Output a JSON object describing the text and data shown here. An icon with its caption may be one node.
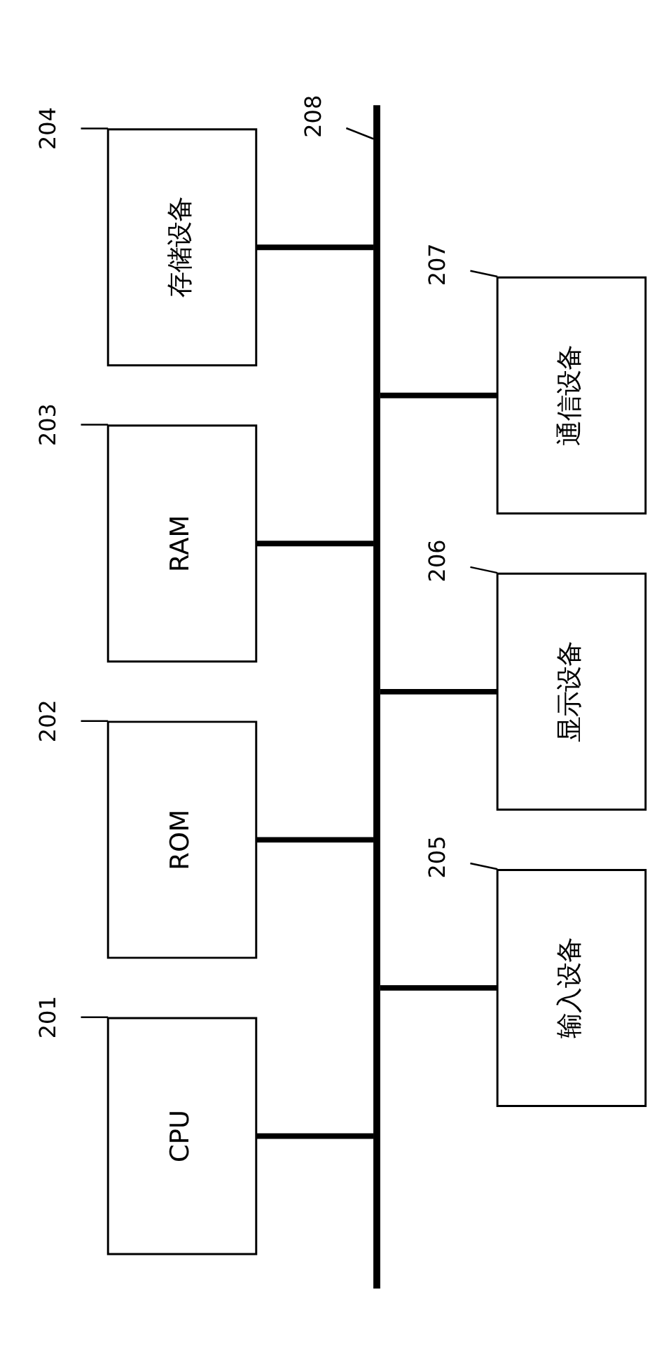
{
  "diagram": {
    "nodes": [
      {
        "text": [
          "201"
        ]
      },
      {
        "text": [
          "CPU"
        ]
      },
      {
        "text": [
          "202"
        ]
      },
      {
        "text": [
          "ROM"
        ]
      },
      {
        "text": [
          "203"
        ]
      },
      {
        "text": [
          "RAM"
        ]
      },
      {
        "text": [
          "204"
        ]
      },
      {
        "text": [
          "存储设备"
        ]
      },
      {
        "text": [
          "208"
        ]
      },
      {
        "text": [],
        "shape": "bar"
      },
      {
        "text": [
          "205"
        ]
      },
      {
        "text": [
          "输入设备"
        ]
      },
      {
        "text": [
          "206"
        ]
      },
      {
        "text": [
          "显示设备"
        ]
      },
      {
        "text": [
          "207"
        ]
      },
      {
        "text": [
          "通信设备"
        ]
      }
    ],
    "edges": [
      {
        "from": 1,
        "to": 9,
        "arrow": "none",
        "style": "thick"
      },
      {
        "from": 3,
        "to": 9,
        "arrow": "none",
        "style": "thick"
      },
      {
        "from": 5,
        "to": 9,
        "arrow": "none",
        "style": "thick"
      },
      {
        "from": 7,
        "to": 9,
        "arrow": "none",
        "style": "thick"
      },
      {
        "from": 9,
        "to": 11,
        "arrow": "none",
        "style": "thick"
      },
      {
        "from": 9,
        "to": 13,
        "arrow": "none",
        "style": "thick"
      },
      {
        "from": 9,
        "to": 15,
        "arrow": "none",
        "style": "thick"
      },
      {
        "from": 0,
        "to": 1,
        "arrow": "none"
      },
      {
        "from": 2,
        "to": 3,
        "arrow": "none"
      },
      {
        "from": 4,
        "to": 5,
        "arrow": "none"
      },
      {
        "from": 6,
        "to": 7,
        "arrow": "none"
      },
      {
        "from": 8,
        "to": 9,
        "arrow": "none"
      },
      {
        "from": 10,
        "to": 11,
        "arrow": "none"
      },
      {
        "from": 12,
        "to": 13,
        "arrow": "none"
      },
      {
        "from": 14,
        "to": 15,
        "arrow": "none"
      }
    ]
  }
}
